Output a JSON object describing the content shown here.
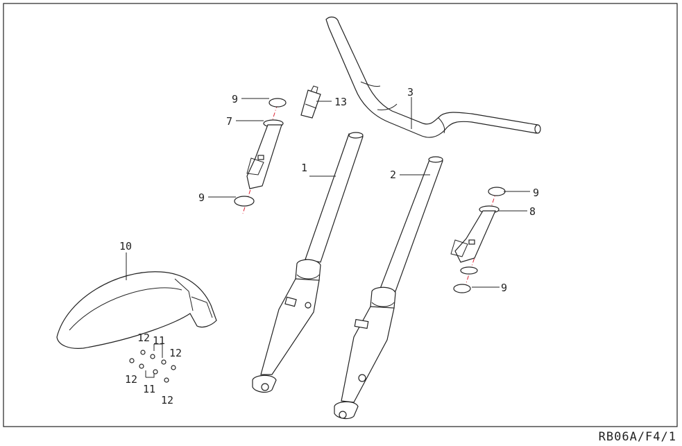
{
  "diagram": {
    "reference_code": "RB06A/F4/1",
    "callouts": [
      {
        "id": "c1",
        "text": "1"
      },
      {
        "id": "c2",
        "text": "2"
      },
      {
        "id": "c3",
        "text": "3"
      },
      {
        "id": "c7",
        "text": "7"
      },
      {
        "id": "c8",
        "text": "8"
      },
      {
        "id": "c9a",
        "text": "9"
      },
      {
        "id": "c9b",
        "text": "9"
      },
      {
        "id": "c9c",
        "text": "9"
      },
      {
        "id": "c9d",
        "text": "9"
      },
      {
        "id": "c10",
        "text": "10"
      },
      {
        "id": "c11a",
        "text": "11"
      },
      {
        "id": "c11b",
        "text": "11"
      },
      {
        "id": "c12a",
        "text": "12"
      },
      {
        "id": "c12b",
        "text": "12"
      },
      {
        "id": "c12c",
        "text": "12"
      },
      {
        "id": "c12d",
        "text": "12"
      },
      {
        "id": "c13",
        "text": "13"
      }
    ]
  }
}
